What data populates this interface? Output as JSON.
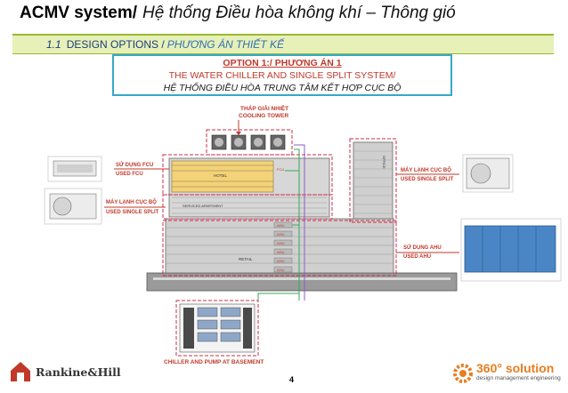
{
  "title": {
    "en": "ACMV system/",
    "vn": "Hệ thống Điều hòa không khí – Thông gió"
  },
  "section": {
    "number": "1.1",
    "en": "DESIGN OPTIONS /",
    "vn": "PHƯƠNG ÁN THIẾT KẾ"
  },
  "option": {
    "title": "OPTION 1:/ PHƯƠNG ÁN 1",
    "line2": "THE WATER CHILLER AND SINGLE SPLIT SYSTEM/",
    "line3": "HỆ THỐNG ĐIỀU HÒA TRUNG TÂM KẾT HỢP CỤC BỘ"
  },
  "labels": {
    "cooling_tower_vn": "THÁP GIẢI NHIỆT",
    "cooling_tower_en": "COOLING TOWER",
    "fcu_vn": "SỬ DỤNG FCU",
    "fcu_en": "USED FCU",
    "split_left_vn": "MÁY LẠNH CỤC BỘ",
    "split_left_en": "USED SINGLE SPLIT",
    "split_right_vn": "MÁY LẠNH CỤC BỘ",
    "split_right_en": "USED SINGLE SPLIT",
    "ahu_vn": "SỬ DỤNG AHU",
    "ahu_en": "USED AHU",
    "chiller": "CHILLER AND PUMP AT BASEMENT"
  },
  "building": {
    "hotel": "HOTEL",
    "serviced": "SERVICED APARTMENT",
    "retail": "RETAIL",
    "office": "OFFICE",
    "fcu_tag": "FCU",
    "ahu_tags": [
      "AHU",
      "AHU",
      "AHU",
      "AHU",
      "AHU",
      "AHU"
    ]
  },
  "page_number": "4",
  "logos": {
    "left": "Rankine&Hill",
    "right_brand": "360° solution",
    "right_tag": "design management engineering"
  },
  "colors": {
    "accent_red": "#c0392b",
    "section_bg": "#e6f0b8",
    "option_border": "#35a8c8",
    "dashed_red": "#cc2d4a",
    "pipe_green": "#3aa55b",
    "pipe_purple": "#8b5fc7",
    "hotel_fill": "#f3d27a"
  }
}
